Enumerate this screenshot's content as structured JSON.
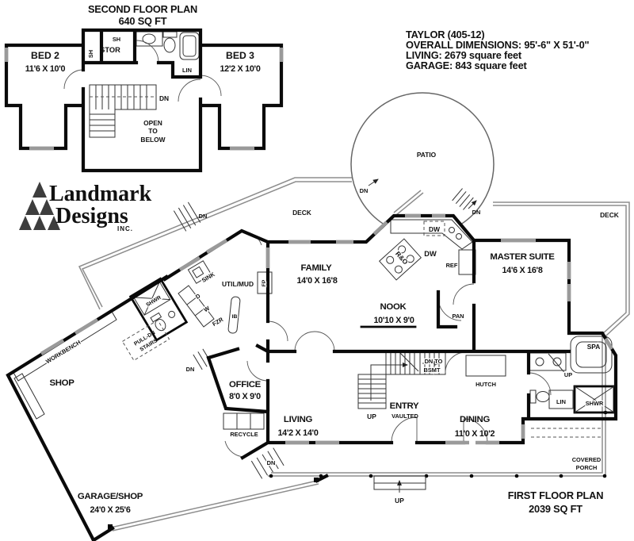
{
  "title_block": {
    "line1": "TAYLOR (405-12)",
    "line2": "OVERALL DIMENSIONS: 95'-6\" X 51'-0\"",
    "line3": "LIVING: 2679 square feet",
    "line4": "GARAGE: 843 square feet"
  },
  "logo": {
    "word1": "Landmark",
    "word2": "Designs",
    "suffix": "INC."
  },
  "second_floor": {
    "title": "SECOND FLOOR PLAN",
    "area": "640 SQ FT",
    "labels": {
      "bed2": "BED 2",
      "bed2_dim": "11'6 X 10'0",
      "bed3": "BED 3",
      "bed3_dim": "12'2 X 10'0",
      "sh_top": "SH",
      "stor": "STOR",
      "sh_side": "SH",
      "lin": "LIN",
      "dn": "DN",
      "open1": "OPEN",
      "open2": "TO",
      "open3": "BELOW"
    }
  },
  "first_floor": {
    "title": "FIRST FLOOR PLAN",
    "area": "2039 SQ FT",
    "labels": {
      "patio": "PATIO",
      "deck_left": "DECK",
      "deck_right": "DECK",
      "dn_patio_left": "DN",
      "dn_patio_right": "DN",
      "dn_deck_left": "DN",
      "family": "FAMILY",
      "family_dim": "14'0 X 16'8",
      "nook": "NOOK",
      "nook_dim": "10'10 X 9'0",
      "master": "MASTER SUITE",
      "master_dim": "14'6 X 16'8",
      "dw_box": "DW",
      "dw": "DW",
      "range": "R&O",
      "ref": "REF",
      "pan": "PAN",
      "sink": "SINK",
      "util_mud": "UTIL/MUD",
      "ib": "IB",
      "shwr_util": "SHWR",
      "dryer": "D",
      "washer": "W",
      "fzr": "FZR",
      "pull_dn_1": "PULL-DN",
      "pull_dn_2": "STAIRS",
      "dn_util": "DN",
      "workbench": "WORKBENCH",
      "shop": "SHOP",
      "office": "OFFICE",
      "office_dim": "8'0 X 9'0",
      "recycle": "RECYCLE",
      "living": "LIVING",
      "living_dim": "14'2 X 14'0",
      "up_stairs": "UP",
      "entry": "ENTRY",
      "vaulted": "VAULTED",
      "dn_to": "DN TO",
      "bsmt": "BSMT",
      "hutch": "HUTCH",
      "dining": "DINING",
      "dining_dim": "11'0 X 10'2",
      "spa": "SPA",
      "up_spa": "UP",
      "lin": "LIN",
      "shwr_bath": "SHWR",
      "garage": "GARAGE/SHOP",
      "garage_dim": "24'0 X 25'6",
      "dn_garage": "DN",
      "covered": "COVERED",
      "porch": "PORCH",
      "up_porch": "UP",
      "fp": "FP"
    }
  }
}
